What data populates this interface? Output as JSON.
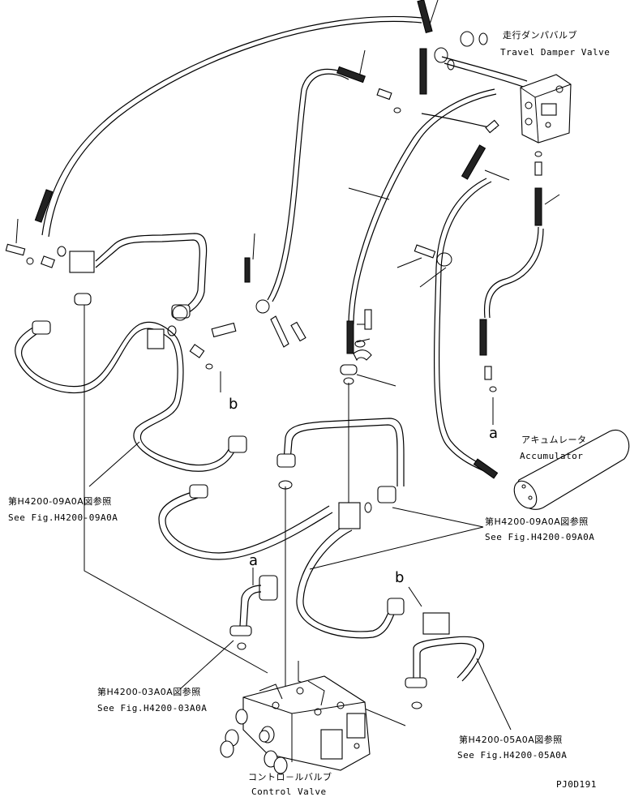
{
  "labels": {
    "travel_damper_jp": "走行ダンパバルブ",
    "travel_damper_en": "Travel Damper Valve",
    "accumulator_jp": "アキュムレータ",
    "accumulator_en": "Accumulator",
    "control_valve_jp": "コントロ－ルバルブ",
    "control_valve_en": "Control Valve",
    "ref_09a0a_left_jp": "第H4200-09A0A図参照",
    "ref_09a0a_left_en": "See Fig.H4200-09A0A",
    "ref_09a0a_right_jp": "第H4200-09A0A図参照",
    "ref_09a0a_right_en": "See Fig.H4200-09A0A",
    "ref_03a0a_jp": "第H4200-03A0A図参照",
    "ref_03a0a_en": "See Fig.H4200-03A0A",
    "ref_05a0a_jp": "第H4200-05A0A図参照",
    "ref_05a0a_en": "See Fig.H4200-05A0A",
    "drawing_code": "PJ0D191"
  },
  "callouts": {
    "a_upper": "a",
    "a_lower": "a",
    "b_upper": "b",
    "b_lower": "b"
  }
}
